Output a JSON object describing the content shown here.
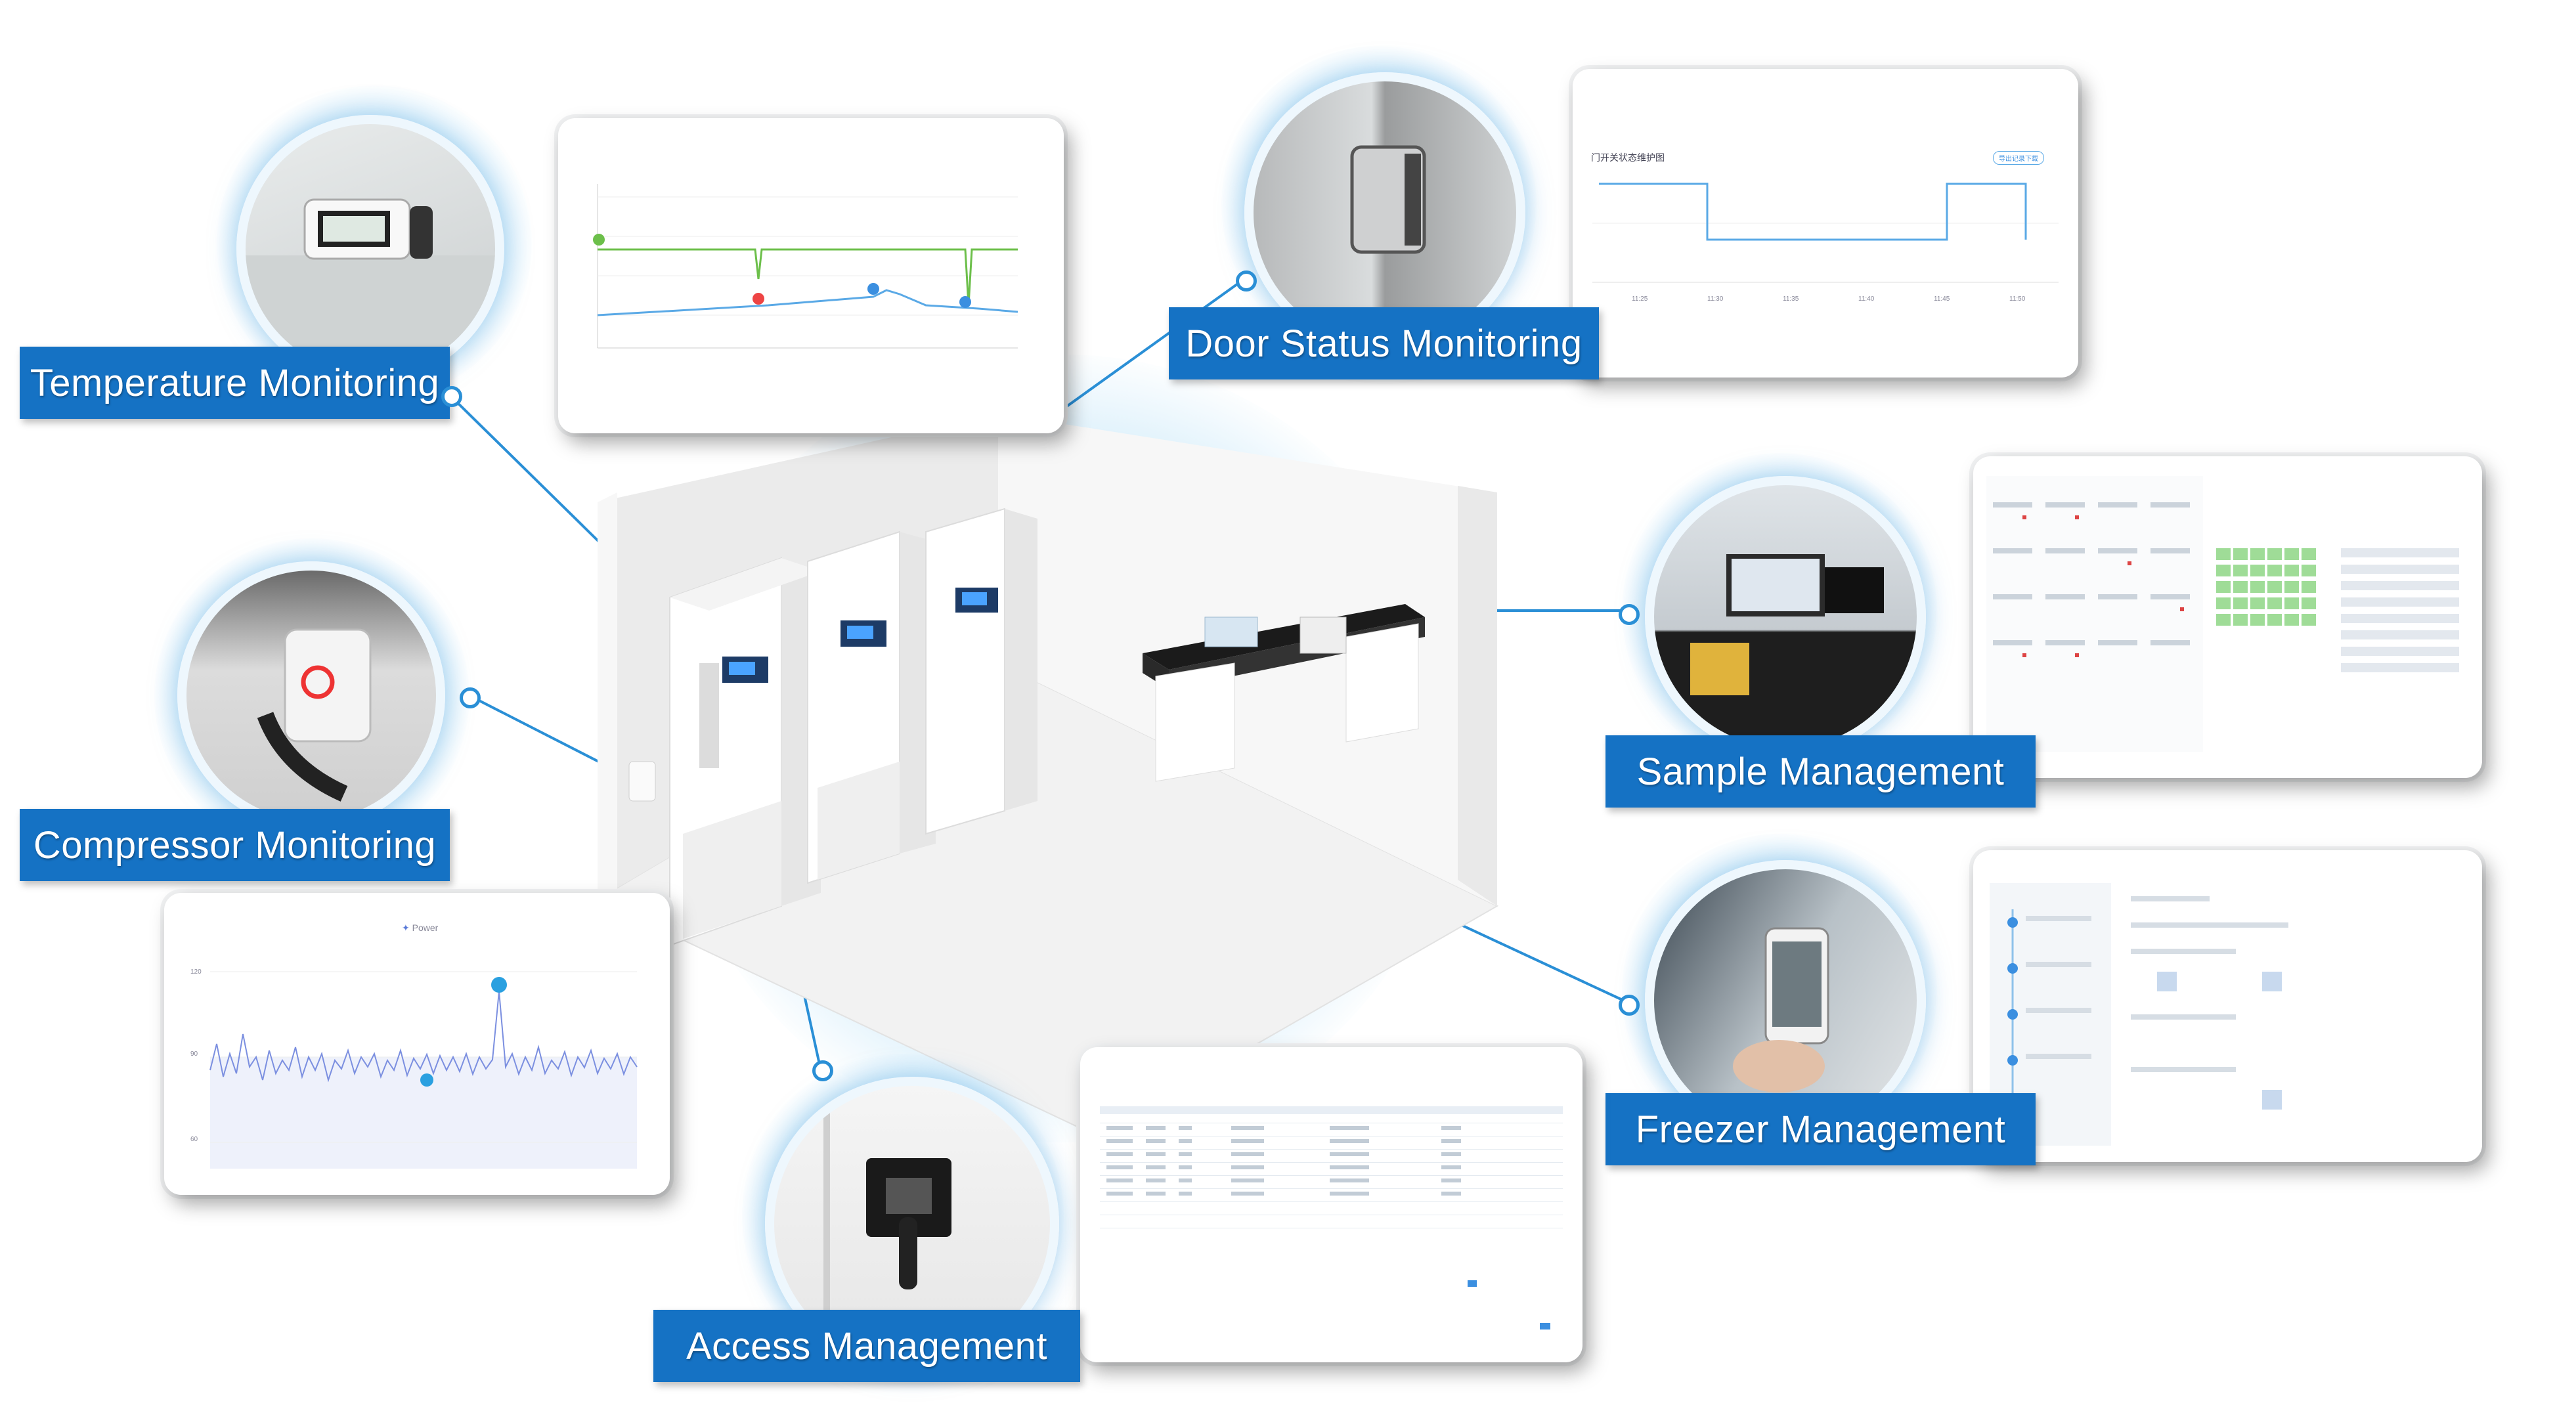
{
  "labels": {
    "temperature": "Temperature Monitoring",
    "door": "Door Status Monitoring",
    "sample": "Sample Management",
    "compressor": "Compressor Monitoring",
    "freezer": "Freezer Management",
    "access": "Access Management"
  },
  "temp_chart": {
    "type": "line",
    "series": [
      {
        "color": "#6cbf4a",
        "values": [
          -40,
          -40,
          -40,
          -40,
          -40,
          -40,
          -40,
          -40
        ]
      },
      {
        "color": "#5aa9e6",
        "values": [
          -62,
          -61,
          -60,
          -59,
          -55,
          -60,
          -63,
          -64
        ]
      }
    ]
  },
  "door_chart": {
    "type": "line",
    "title": "门开关状态维护图",
    "button": "导出记录下载",
    "x_ticks": [
      "11:25",
      "11:30",
      "11:35",
      "11:40",
      "11:45",
      "11:50"
    ]
  },
  "compressor_chart": {
    "type": "line",
    "legend": "Power",
    "y_ticks": [
      "120",
      "90",
      "60"
    ]
  },
  "colors": {
    "label_bg": "#1572c4",
    "line_blue": "#2a8fd6",
    "halo": "#9fd1f2"
  },
  "icons": [
    "display-icon",
    "lock-icon",
    "plug-icon",
    "hinge-icon",
    "phone-icon",
    "laptop-icon"
  ]
}
